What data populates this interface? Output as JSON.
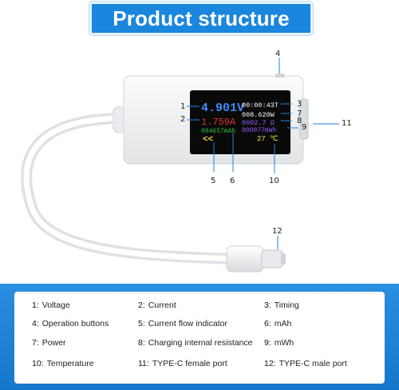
{
  "title": "Product structure",
  "screen": {
    "voltage": "4.901V",
    "current": "1.759A",
    "capacity": "004657mAh",
    "arrows": "<<",
    "timer": "00:00:43T",
    "power": "008.620W",
    "resistance": "0002.7 Ω",
    "energy": "000077mWh",
    "temperature": "27 ℃"
  },
  "callouts": [
    "1",
    "2",
    "3",
    "4",
    "5",
    "6",
    "7",
    "8",
    "9",
    "10",
    "11",
    "12"
  ],
  "legend": [
    {
      "num": "1:",
      "label": "Voltage"
    },
    {
      "num": "2:",
      "label": "Current"
    },
    {
      "num": "3:",
      "label": "Timing"
    },
    {
      "num": "4:",
      "label": "Operation buttons"
    },
    {
      "num": "5:",
      "label": "Current flow indicator"
    },
    {
      "num": "6:",
      "label": "mAh"
    },
    {
      "num": "7:",
      "label": "Power"
    },
    {
      "num": "8:",
      "label": "Charging internal resistance"
    },
    {
      "num": "9:",
      "label": "mWh"
    },
    {
      "num": "10:",
      "label": "Temperature"
    },
    {
      "num": "11:",
      "label": "TYPE-C female port"
    },
    {
      "num": "12:",
      "label": "TYPE-C male port"
    }
  ],
  "colors": {
    "accent": "#1a86dd",
    "voltage": "#3b8cff",
    "current": "#e0312b",
    "capacity": "#2fbf4a",
    "arrows": "#f3d23b",
    "energy": "#9a5cff",
    "temperature": "#e8e23b"
  }
}
